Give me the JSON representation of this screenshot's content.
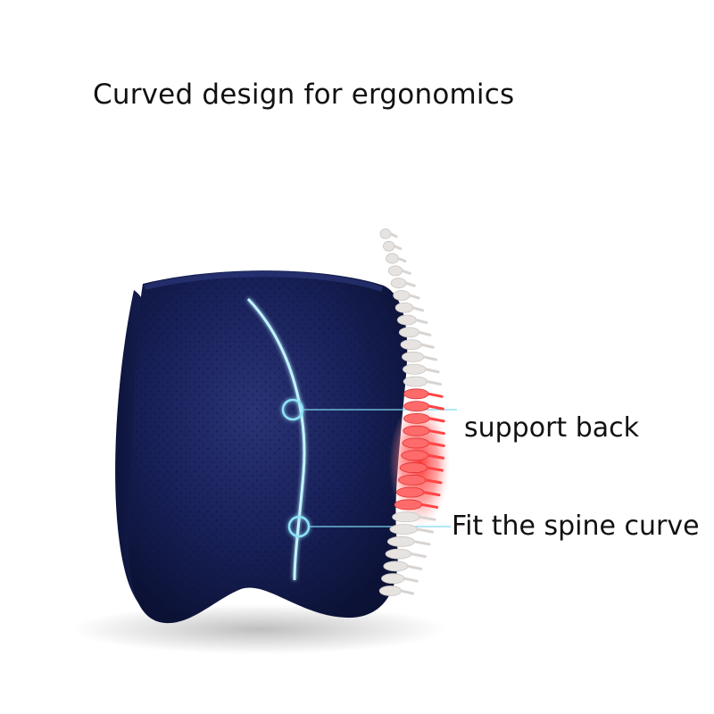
{
  "headline": "Curved design for ergonomics",
  "callouts": {
    "support": "support back",
    "fit": "Fit the spine curve"
  },
  "colors": {
    "cushion": "#141c4a",
    "cushion_highlight": "#27306b",
    "glow_line": "#bff4ff",
    "callout_line": "#7fd6f0",
    "spine_bone": "#e6e3e1",
    "spine_red": "#ff3b3b"
  },
  "icons": [
    "lumbar-cushion",
    "spine-illustration",
    "callout-circle-icon"
  ]
}
